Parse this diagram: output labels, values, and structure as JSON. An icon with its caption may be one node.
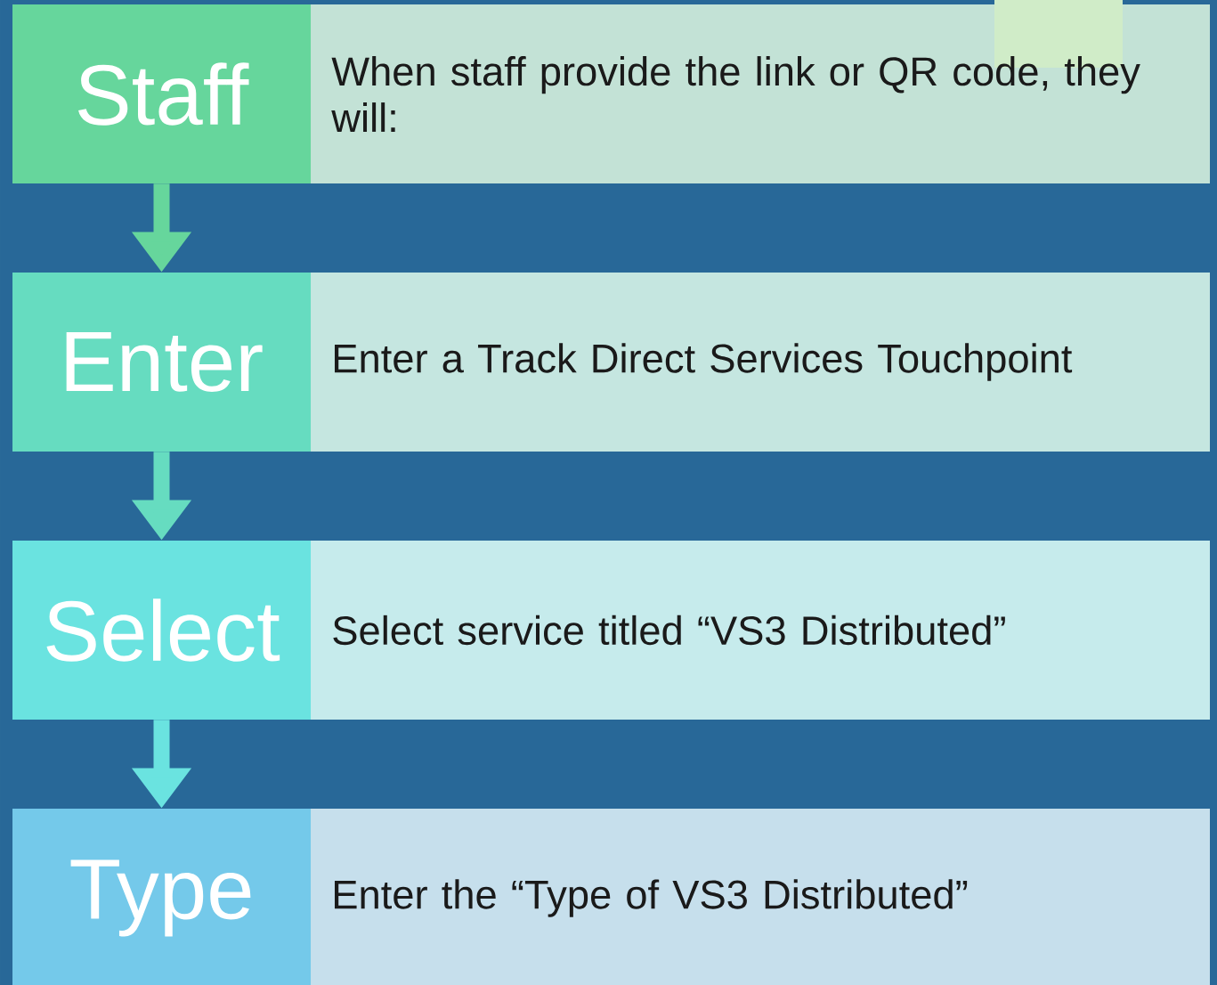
{
  "diagram": {
    "nodes": [
      {
        "text": [
          "Staff",
          "When staff provide the link or QR code, they will:"
        ]
      },
      {
        "text": [
          "Enter",
          "Enter a Track Direct Services Touchpoint"
        ]
      },
      {
        "text": [
          "Select",
          "Select service titled “VS3 Distributed”"
        ]
      },
      {
        "text": [
          "Type",
          "Enter the “Type of VS3 Distributed”"
        ]
      }
    ],
    "edges": [
      {
        "from": 0,
        "to": 1,
        "arrow": "to",
        "color": "#66d69c"
      },
      {
        "from": 1,
        "to": 2,
        "arrow": "to",
        "color": "#66dcc0"
      },
      {
        "from": 2,
        "to": 3,
        "arrow": "to",
        "color": "#6ae3e0"
      }
    ]
  }
}
